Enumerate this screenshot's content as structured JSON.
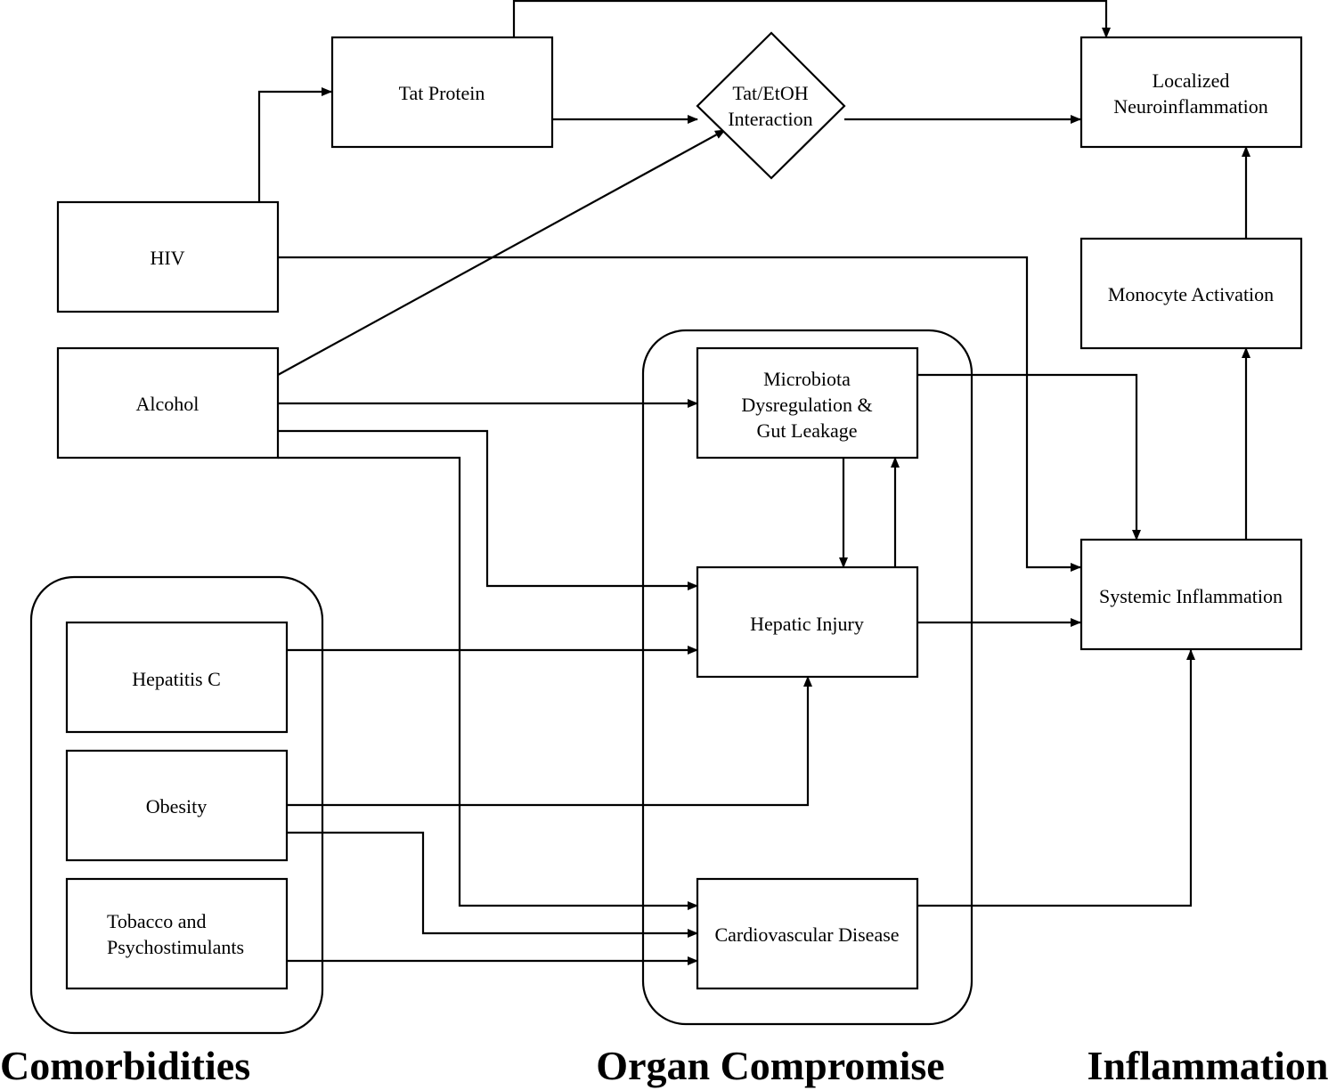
{
  "nodes": {
    "tat_protein": "Tat Protein",
    "tat_etoh": [
      "Tat/EtOH",
      "Interaction"
    ],
    "localized_neuroinflammation": [
      "Localized",
      "Neuroinflammation"
    ],
    "hiv": "HIV",
    "monocyte_activation": "Monocyte Activation",
    "alcohol": "Alcohol",
    "microbiota": [
      "Microbiota",
      "Dysregulation &",
      "Gut Leakage"
    ],
    "hepatic_injury": "Hepatic Injury",
    "systemic_inflammation": "Systemic Inflammation",
    "hepatitis_c": "Hepatitis C",
    "obesity": "Obesity",
    "tobacco": [
      "Tobacco and",
      "Psychostimulants"
    ],
    "cardiovascular": "Cardiovascular Disease"
  },
  "groups": {
    "comorbidities": "Comorbidities",
    "organ_compromise": "Organ Compromise",
    "inflammation": "Inflammation"
  },
  "edges": [
    {
      "from": "hiv",
      "to": "tat_protein"
    },
    {
      "from": "tat_protein",
      "to": "tat_etoh"
    },
    {
      "from": "tat_protein",
      "to": "localized_neuroinflammation"
    },
    {
      "from": "tat_etoh",
      "to": "localized_neuroinflammation"
    },
    {
      "from": "alcohol",
      "to": "tat_etoh"
    },
    {
      "from": "hiv",
      "to": "systemic_inflammation"
    },
    {
      "from": "alcohol",
      "to": "microbiota"
    },
    {
      "from": "alcohol",
      "to": "hepatic_injury"
    },
    {
      "from": "alcohol",
      "to": "cardiovascular"
    },
    {
      "from": "microbiota",
      "to": "hepatic_injury"
    },
    {
      "from": "hepatic_injury",
      "to": "microbiota"
    },
    {
      "from": "microbiota",
      "to": "systemic_inflammation"
    },
    {
      "from": "hepatic_injury",
      "to": "systemic_inflammation"
    },
    {
      "from": "hepatitis_c",
      "to": "hepatic_injury"
    },
    {
      "from": "obesity",
      "to": "hepatic_injury"
    },
    {
      "from": "obesity",
      "to": "cardiovascular"
    },
    {
      "from": "tobacco",
      "to": "cardiovascular"
    },
    {
      "from": "cardiovascular",
      "to": "systemic_inflammation"
    },
    {
      "from": "systemic_inflammation",
      "to": "monocyte_activation"
    },
    {
      "from": "monocyte_activation",
      "to": "localized_neuroinflammation"
    }
  ]
}
